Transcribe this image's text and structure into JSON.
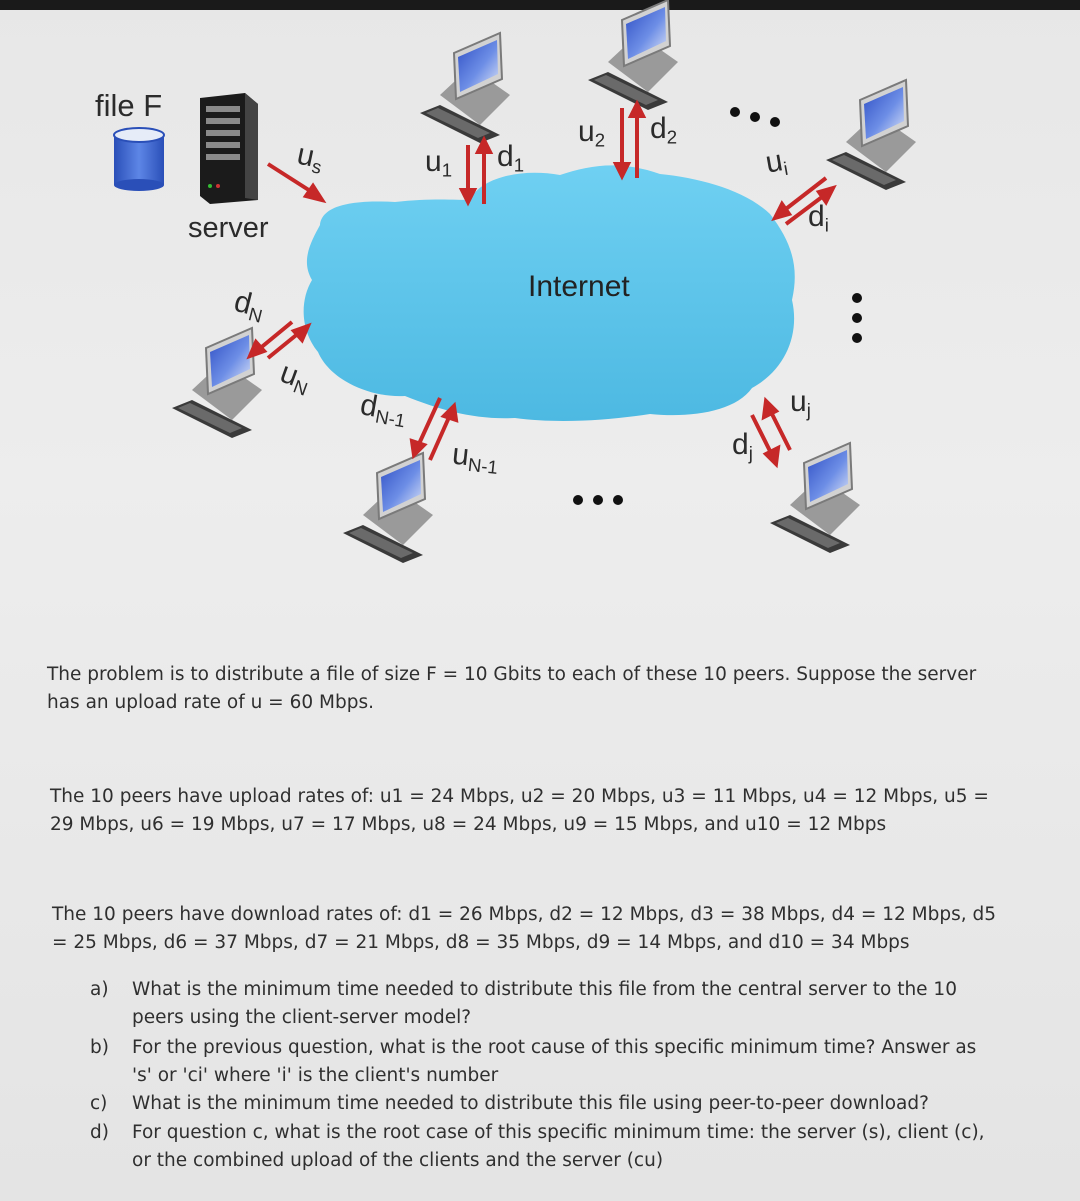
{
  "diagram": {
    "file_label": "file F",
    "server_label": "server",
    "internet_label": "Internet",
    "labels": {
      "us": {
        "main": "u",
        "sub": "s"
      },
      "u1": {
        "main": "u",
        "sub": "1"
      },
      "d1": {
        "main": "d",
        "sub": "1"
      },
      "u2": {
        "main": "u",
        "sub": "2"
      },
      "d2": {
        "main": "d",
        "sub": "2"
      },
      "ui": {
        "main": "u",
        "sub": "i"
      },
      "di": {
        "main": "d",
        "sub": "i"
      },
      "dN": {
        "main": "d",
        "sub": "N"
      },
      "uN": {
        "main": "u",
        "sub": "N"
      },
      "dN1": {
        "main": "d",
        "sub": "N-1"
      },
      "uN1": {
        "main": "u",
        "sub": "N-1"
      },
      "uj": {
        "main": "u",
        "sub": "j"
      },
      "dj": {
        "main": "d",
        "sub": "j"
      }
    }
  },
  "problem": {
    "intro": [
      "The problem is to distribute a file of size F = 10 Gbits to each of these 10 peers. Suppose the server",
      "has an upload rate of u = 60 Mbps."
    ],
    "upload": [
      "The 10 peers have upload rates of: u1 = 24 Mbps, u2 = 20 Mbps, u3 = 11 Mbps, u4 = 12 Mbps, u5 =",
      "29 Mbps, u6 = 19 Mbps, u7 = 17 Mbps, u8 = 24 Mbps, u9 = 15 Mbps, and u10 = 12 Mbps"
    ],
    "download": [
      "The 10 peers have download rates of: d1 = 26 Mbps, d2 = 12 Mbps, d3 = 38 Mbps, d4 = 12 Mbps, d5",
      "= 25 Mbps, d6 = 37 Mbps, d7 = 21 Mbps, d8 = 35 Mbps, d9 = 14 Mbps, and d10 = 34 Mbps"
    ],
    "questions": [
      {
        "letter": "a)",
        "lines": [
          "What is the minimum time needed to distribute this file from the central server to the 10",
          "peers using the client-server model?"
        ]
      },
      {
        "letter": "b)",
        "lines": [
          "For the previous question, what is the root cause of this specific minimum time? Answer as",
          "'s' or 'ci' where 'i' is the client's number"
        ]
      },
      {
        "letter": "c)",
        "lines": [
          "What is the minimum time needed to distribute this file using peer-to-peer download?"
        ]
      },
      {
        "letter": "d)",
        "lines": [
          "For question c, what is the root case of this specific minimum time: the server (s), client (c),",
          "or the combined upload of the clients and the server (cu)"
        ]
      }
    ]
  },
  "colors": {
    "cloud": "#5ec6ea",
    "arrow": "#c62828",
    "monitor_screen": "#3a5bd0",
    "server_body": "#1b1b1b",
    "file_cylinder": "#3a68d8"
  }
}
